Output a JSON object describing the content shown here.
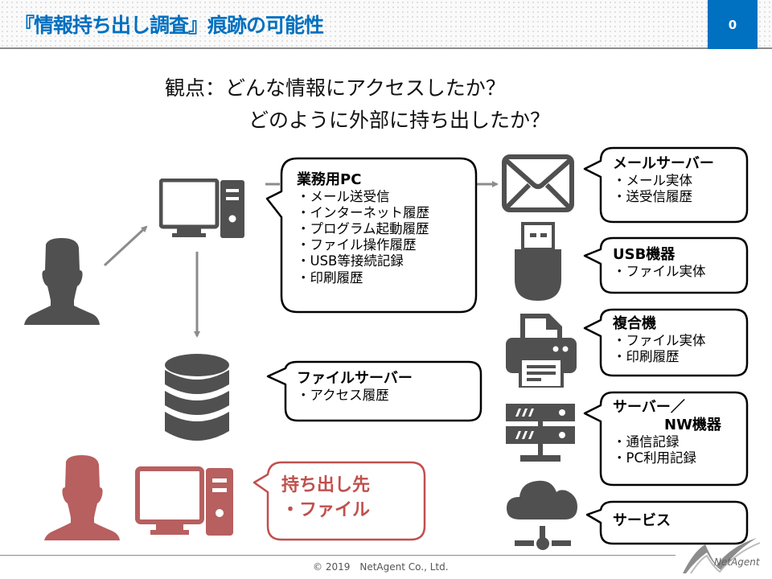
{
  "header": {
    "title": "『情報持ち出し調査』痕跡の可能性",
    "page_number": "0",
    "accent_color": "#0070c0"
  },
  "viewpoint": {
    "line1": "観点：どんな情報にアクセスしたか？",
    "line2": "どのように外部に持ち出したか？"
  },
  "nodes": {
    "work_pc": {
      "icon": "desktop-pc-icon",
      "title": "業務用PC",
      "items": [
        "・メール送受信",
        "・インターネット履歴",
        "・プログラム起動履歴",
        "・ファイル操作履歴",
        "・USB等接続記録",
        "・印刷履歴"
      ]
    },
    "file_server": {
      "icon": "database-icon",
      "title": "ファイルサーバー",
      "items": [
        "・アクセス履歴"
      ]
    },
    "destination": {
      "icon": "user-and-pc-icon",
      "lines": [
        "持ち出し先",
        "・ファイル"
      ],
      "color": "#c0504d"
    },
    "mail_server": {
      "icon": "envelope-icon",
      "title": "メールサーバー",
      "items": [
        "・メール実体",
        "・送受信履歴"
      ]
    },
    "usb": {
      "icon": "usb-drive-icon",
      "title": "USB機器",
      "items": [
        "・ファイル実体"
      ]
    },
    "mfp": {
      "icon": "printer-icon",
      "title": "複合機",
      "items": [
        "・ファイル実体",
        "・印刷履歴"
      ]
    },
    "server_nw": {
      "icon": "server-rack-icon",
      "title_line1": "サーバー／",
      "title_line2": "NW機器",
      "items": [
        "・通信記録",
        "・PC利用記録"
      ]
    },
    "service": {
      "icon": "cloud-network-icon",
      "title": "サービス"
    }
  },
  "footer": {
    "copyright": "© 2019　NetAgent Co., Ltd.",
    "logo_text": "NetAgent"
  },
  "colors": {
    "icon_gray": "#505050",
    "arrow_gray": "#8c8c8c",
    "highlight_red": "#c0504d"
  }
}
